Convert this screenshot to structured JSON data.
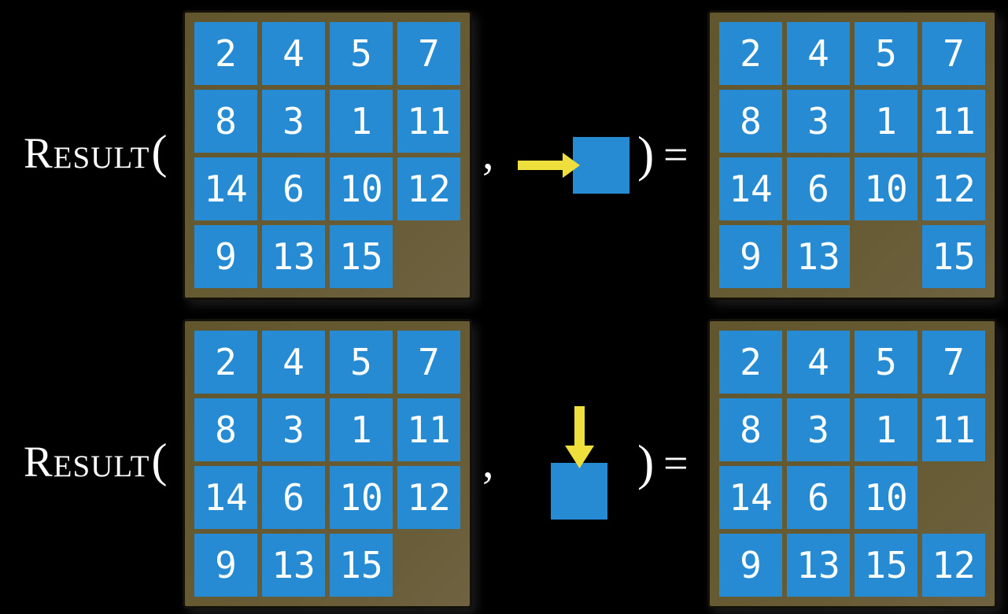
{
  "figure": {
    "function_label": "Result",
    "open_paren": "(",
    "comma": ",",
    "close_paren": ")",
    "equals": "="
  },
  "colors": {
    "background": "#000000",
    "board_frame": "#665a33",
    "board_outline": "#14100a",
    "tile_blue": "#268bd2",
    "arrow_yellow": "#eedf3d",
    "text_white": "#ffffff"
  },
  "examples": [
    {
      "action": "slide-right",
      "action_icon": "arrow-right-icon",
      "input_grid": [
        [
          "2",
          "4",
          "5",
          "7"
        ],
        [
          "8",
          "3",
          "1",
          "11"
        ],
        [
          "14",
          "6",
          "10",
          "12"
        ],
        [
          "9",
          "13",
          "15",
          ""
        ]
      ],
      "output_grid": [
        [
          "2",
          "4",
          "5",
          "7"
        ],
        [
          "8",
          "3",
          "1",
          "11"
        ],
        [
          "14",
          "6",
          "10",
          "12"
        ],
        [
          "9",
          "13",
          "",
          "15"
        ]
      ]
    },
    {
      "action": "slide-down",
      "action_icon": "arrow-down-icon",
      "input_grid": [
        [
          "2",
          "4",
          "5",
          "7"
        ],
        [
          "8",
          "3",
          "1",
          "11"
        ],
        [
          "14",
          "6",
          "10",
          "12"
        ],
        [
          "9",
          "13",
          "15",
          ""
        ]
      ],
      "output_grid": [
        [
          "2",
          "4",
          "5",
          "7"
        ],
        [
          "8",
          "3",
          "1",
          "11"
        ],
        [
          "14",
          "6",
          "10",
          ""
        ],
        [
          "9",
          "13",
          "15",
          "12"
        ]
      ]
    }
  ]
}
